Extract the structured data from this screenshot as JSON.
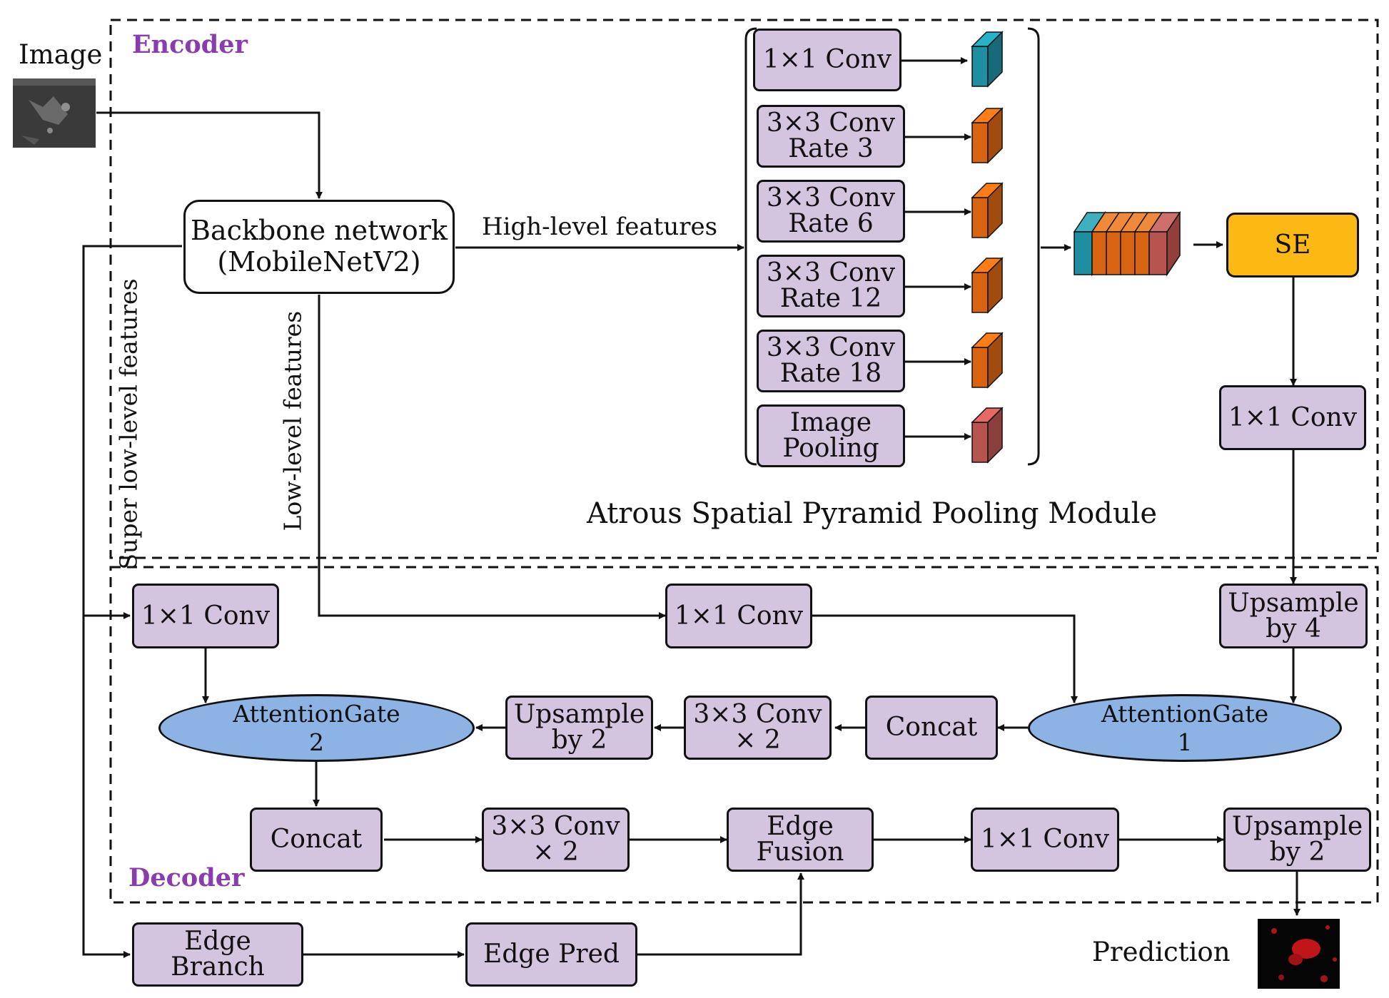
{
  "regions": {
    "encoder": "Encoder",
    "decoder": "Decoder"
  },
  "input": {
    "label": "Image"
  },
  "output": {
    "label": "Prediction"
  },
  "backbone": {
    "line1": "Backbone network",
    "line2": "(MobileNetV2)"
  },
  "edge_labels": {
    "high_level": "High-level features",
    "low_level": "Low-level features",
    "super_low_level": "Super low-level features"
  },
  "aspp": {
    "caption": "Atrous Spatial Pyramid Pooling Module",
    "branches": [
      {
        "line1": "1×1 Conv",
        "line2": "",
        "cube": "#1f8ea0"
      },
      {
        "line1": "3×3 Conv",
        "line2": "Rate 3",
        "cube": "#d86412"
      },
      {
        "line1": "3×3 Conv",
        "line2": "Rate 6",
        "cube": "#d86412"
      },
      {
        "line1": "3×3 Conv",
        "line2": "Rate 12",
        "cube": "#d86412"
      },
      {
        "line1": "3×3 Conv",
        "line2": "Rate 18",
        "cube": "#d86412"
      },
      {
        "line1": "Image",
        "line2": "Pooling",
        "cube": "#b85450"
      }
    ]
  },
  "se": {
    "label": "SE"
  },
  "conv_after_se": {
    "label": "1×1 Conv"
  },
  "decoder_blocks": {
    "conv_super": "1×1 Conv",
    "conv_low": "1×1 Conv",
    "upsample4": {
      "line1": "Upsample",
      "line2": "by 4"
    },
    "gate2": {
      "line1": "AttentionGate",
      "line2": "2"
    },
    "gate1": {
      "line1": "AttentionGate",
      "line2": "1"
    },
    "upsample2_top": {
      "line1": "Upsample",
      "line2": "by 2"
    },
    "conv3x3_top": {
      "line1": "3×3 Conv",
      "line2": "× 2"
    },
    "concat_top": "Concat",
    "concat_bottom": "Concat",
    "conv3x3_bottom": {
      "line1": "3×3 Conv",
      "line2": "× 2"
    },
    "edge_fusion": {
      "line1": "Edge",
      "line2": "Fusion"
    },
    "conv_final": "1×1 Conv",
    "upsample2_final": {
      "line1": "Upsample",
      "line2": "by 2"
    },
    "edge_branch": "Edge Branch",
    "edge_pred": "Edge Pred"
  },
  "colors": {
    "block_fill": "#d3c4e0",
    "gate_fill": "#8db3e5",
    "se_fill": "#fdb913",
    "region_label": "#8a3bb0",
    "cube_teal": "#1f8ea0",
    "cube_orange": "#d86412",
    "cube_red": "#b85450"
  }
}
